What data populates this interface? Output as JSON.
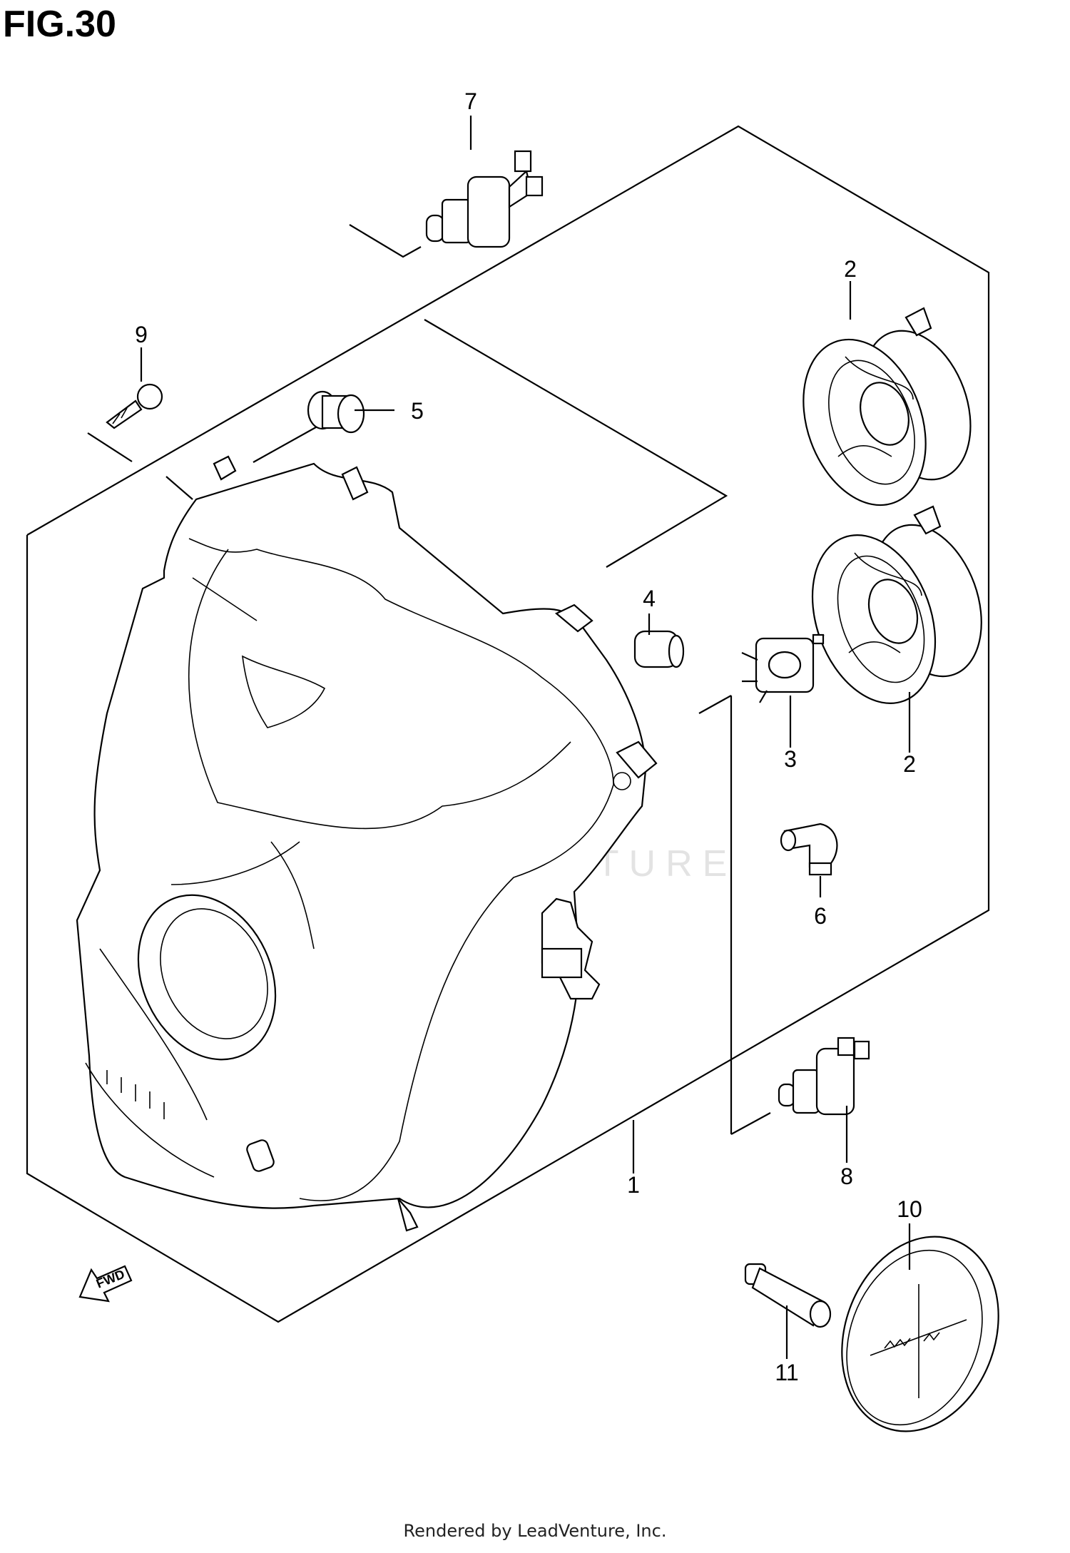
{
  "figure": {
    "title": "FIG.30",
    "footer": "Rendered by LeadVenture, Inc.",
    "watermark": "LEADVENTURE",
    "fwd_label": "FWD"
  },
  "callouts": [
    {
      "id": "1",
      "label": "1",
      "part": "headlight-assembly"
    },
    {
      "id": "2a",
      "label": "2",
      "part": "headlight-reflector-upper"
    },
    {
      "id": "2b",
      "label": "2",
      "part": "headlight-reflector-lower"
    },
    {
      "id": "3",
      "label": "3",
      "part": "bulb-socket"
    },
    {
      "id": "4",
      "label": "4",
      "part": "cushion"
    },
    {
      "id": "5",
      "label": "5",
      "part": "grommet"
    },
    {
      "id": "6",
      "label": "6",
      "part": "elbow-cap"
    },
    {
      "id": "7",
      "label": "7",
      "part": "headlight-bulb-upper"
    },
    {
      "id": "8",
      "label": "8",
      "part": "headlight-bulb-lower"
    },
    {
      "id": "9",
      "label": "9",
      "part": "screw"
    },
    {
      "id": "10",
      "label": "10",
      "part": "lens-cover"
    },
    {
      "id": "11",
      "label": "11",
      "part": "spacer"
    }
  ]
}
